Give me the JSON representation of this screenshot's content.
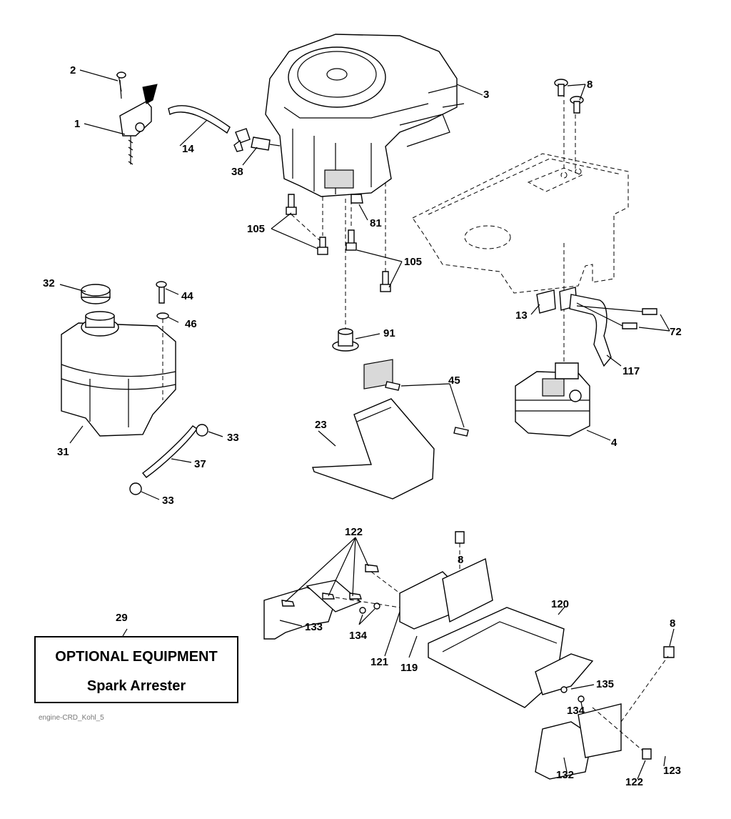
{
  "labels": {
    "l1": "1",
    "l2": "2",
    "l3": "3",
    "l4": "4",
    "l8a": "8",
    "l8b": "8",
    "l8c": "8",
    "l13": "13",
    "l14": "14",
    "l23": "23",
    "l29": "29",
    "l31": "31",
    "l32": "32",
    "l33a": "33",
    "l33b": "33",
    "l37": "37",
    "l38": "38",
    "l44": "44",
    "l45": "45",
    "l46": "46",
    "l72": "72",
    "l81": "81",
    "l91": "91",
    "l105a": "105",
    "l105b": "105",
    "l117": "117",
    "l119": "119",
    "l120": "120",
    "l121": "121",
    "l122a": "122",
    "l122b": "122",
    "l123": "123",
    "l132": "132",
    "l133": "133",
    "l134a": "134",
    "l134b": "134",
    "l135": "135"
  },
  "optional_box": {
    "title": "OPTIONAL EQUIPMENT",
    "subtitle": "Spark Arrester"
  },
  "filename": "engine-CRD_Kohl_5"
}
